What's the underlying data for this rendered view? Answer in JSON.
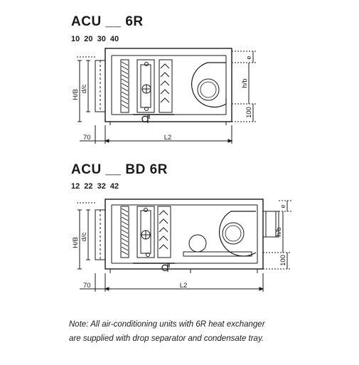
{
  "sections": [
    {
      "title": "ACU __ 6R",
      "sizes": "10 20 30 40",
      "dims": {
        "hb": "H/B",
        "dc": "d/c",
        "hb_right": "h/b",
        "e": "e",
        "h100": "100",
        "w70": "70",
        "l2": "L2"
      }
    },
    {
      "title": "ACU __ BD 6R",
      "sizes": "12 22 32 42",
      "dims": {
        "hb": "H/B",
        "dc": "d/c",
        "hb_right": "h/b",
        "e": "e",
        "h100": "100",
        "w70": "70",
        "l2": "L2"
      }
    }
  ],
  "note": {
    "line1": "Note: All air-conditioning units with 6R heat exchanger",
    "line2": "are supplied with drop separator and condensate tray."
  }
}
